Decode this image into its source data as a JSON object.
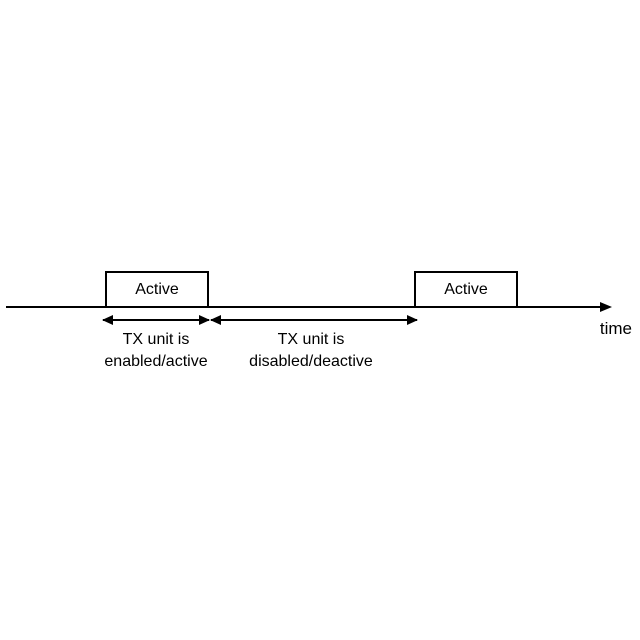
{
  "diagram": {
    "colors": {
      "line": "#000000",
      "background": "#ffffff",
      "box_fill": "#ffffff",
      "text": "#000000"
    },
    "timeline_label": "time",
    "boxes": [
      {
        "label": "Active"
      },
      {
        "label": "Active"
      }
    ],
    "intervals": [
      {
        "line1": "TX unit is",
        "line2": "enabled/active"
      },
      {
        "line1": "TX unit is",
        "line2": "disabled/deactive"
      }
    ]
  }
}
